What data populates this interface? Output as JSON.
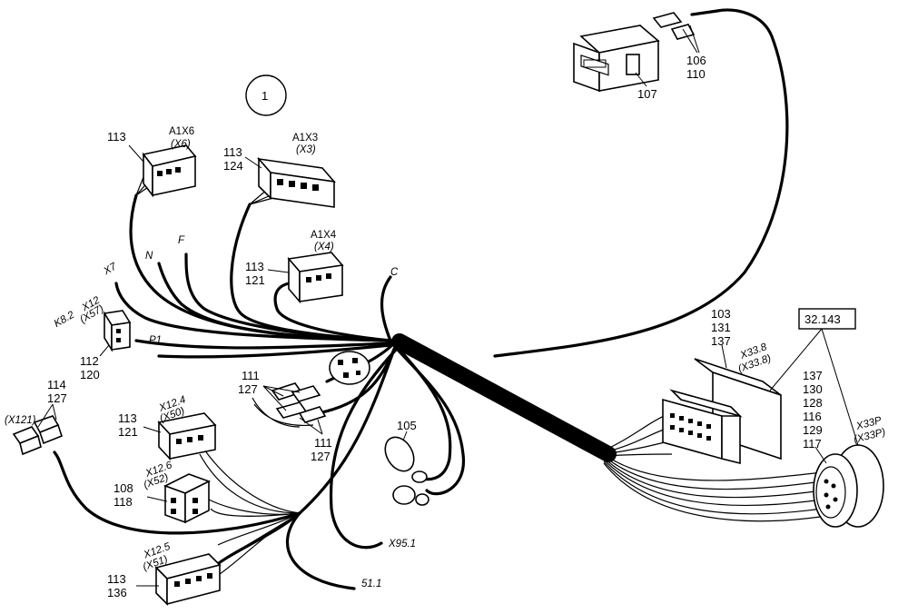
{
  "diagram": {
    "view_number": "1",
    "reference_box": "32.143",
    "components": [
      {
        "id": "a1x6",
        "designation": [
          "A1X6",
          "(X6)"
        ],
        "parts": [
          "113"
        ]
      },
      {
        "id": "a1x3",
        "designation": [
          "A1X3",
          "(X3)"
        ],
        "parts": [
          "113",
          "124"
        ]
      },
      {
        "id": "a1x4",
        "designation": [
          "A1X4",
          "(X4)"
        ],
        "parts": [
          "113",
          "121"
        ]
      },
      {
        "id": "counter",
        "designation": [],
        "parts": [
          "107"
        ]
      },
      {
        "id": "counter-plug",
        "designation": [],
        "parts": [
          "106",
          "110"
        ]
      },
      {
        "id": "x57",
        "designation": [
          "K8.2",
          "X12",
          "(X57)"
        ],
        "parts": [
          "112",
          "120"
        ]
      },
      {
        "id": "relays",
        "designation": [],
        "parts": [
          "111",
          "127",
          "111",
          "127"
        ]
      },
      {
        "id": "x121",
        "designation": [
          "(X121)"
        ],
        "parts": [
          "114",
          "127"
        ]
      },
      {
        "id": "x50",
        "designation": [
          "X12.4",
          "(X50)"
        ],
        "parts": [
          "113",
          "121"
        ]
      },
      {
        "id": "x52",
        "designation": [
          "X12.6",
          "(X52)"
        ],
        "parts": [
          "108",
          "118"
        ]
      },
      {
        "id": "x51",
        "designation": [
          "X12.5",
          "(X51)"
        ],
        "parts": [
          "113",
          "136"
        ]
      },
      {
        "id": "x33-8",
        "designation": [
          "X33.8",
          "(X33.8)"
        ],
        "parts": [
          "103",
          "131",
          "137"
        ]
      },
      {
        "id": "x33p",
        "designation": [
          "X33P",
          "(X33P)"
        ],
        "parts": [
          "137",
          "130",
          "128",
          "116",
          "129",
          "117"
        ]
      },
      {
        "id": "diodes",
        "designation": [],
        "parts": [
          "105"
        ]
      }
    ],
    "wire_labels": [
      "X7",
      "N",
      "F",
      "C",
      "P1",
      "X95.1",
      "51.1"
    ]
  }
}
